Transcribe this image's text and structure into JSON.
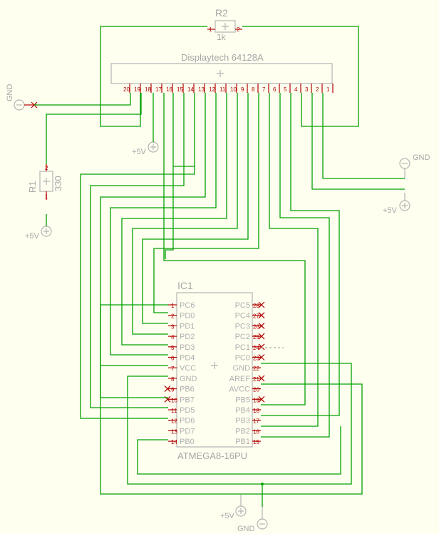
{
  "components": {
    "r2": {
      "ref": "R2",
      "value": "1k",
      "pins": [
        "1",
        "2"
      ]
    },
    "r1": {
      "ref": "R1",
      "value": "330",
      "pins": [
        "2",
        "1"
      ]
    },
    "lcd": {
      "name": "Displaytech 64128A",
      "pins": [
        "20",
        "19",
        "18",
        "17",
        "16",
        "15",
        "14",
        "13",
        "12",
        "11",
        "10",
        "9",
        "8",
        "7",
        "6",
        "5",
        "4",
        "3",
        "2",
        "1"
      ]
    },
    "ic1": {
      "ref": "IC1",
      "part": "ATMEGA8-16PU",
      "left_pins": [
        {
          "num": "1",
          "name": "PC6"
        },
        {
          "num": "2",
          "name": "PD0"
        },
        {
          "num": "3",
          "name": "PD1"
        },
        {
          "num": "4",
          "name": "PD2"
        },
        {
          "num": "5",
          "name": "PD3"
        },
        {
          "num": "6",
          "name": "PD4"
        },
        {
          "num": "7",
          "name": "VCC"
        },
        {
          "num": "8",
          "name": "GND"
        },
        {
          "num": "9",
          "name": "PB6"
        },
        {
          "num": "10",
          "name": "PB7"
        },
        {
          "num": "11",
          "name": "PD5"
        },
        {
          "num": "12",
          "name": "PD6"
        },
        {
          "num": "13",
          "name": "PD7"
        },
        {
          "num": "14",
          "name": "PB0"
        }
      ],
      "right_pins": [
        {
          "num": "28",
          "name": "PC5"
        },
        {
          "num": "27",
          "name": "PC4"
        },
        {
          "num": "26",
          "name": "PC3"
        },
        {
          "num": "25",
          "name": "PC2"
        },
        {
          "num": "24",
          "name": "PC1"
        },
        {
          "num": "23",
          "name": "PC0"
        },
        {
          "num": "22",
          "name": "GND"
        },
        {
          "num": "21",
          "name": "AREF"
        },
        {
          "num": "20",
          "name": "AVCC"
        },
        {
          "num": "19",
          "name": "PB5"
        },
        {
          "num": "18",
          "name": "PB4"
        },
        {
          "num": "17",
          "name": "PB3"
        },
        {
          "num": "16",
          "name": "PB2"
        },
        {
          "num": "15",
          "name": "PB1"
        }
      ]
    }
  },
  "supplies": {
    "gnd": "GND",
    "vcc": "+5V"
  }
}
